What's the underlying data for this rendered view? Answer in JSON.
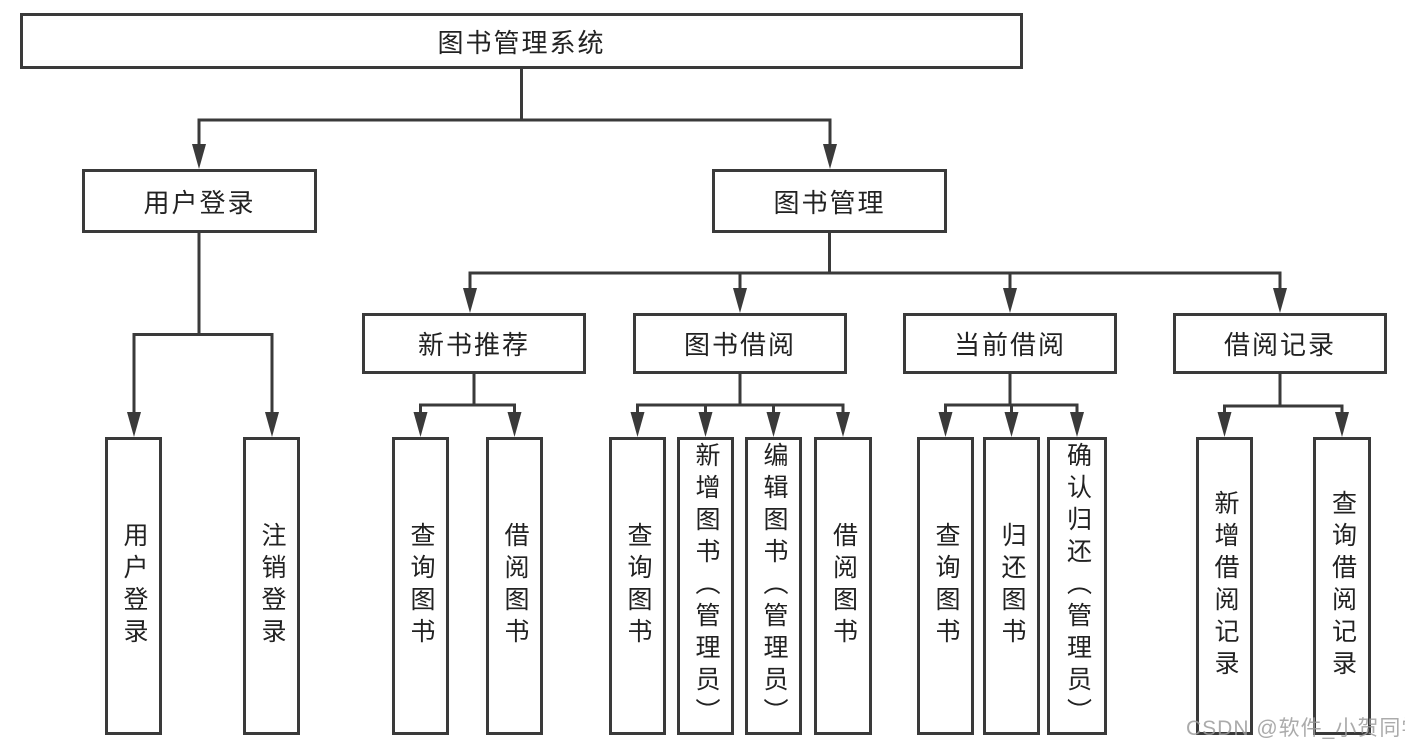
{
  "root": {
    "label": "图书管理系统"
  },
  "level1": [
    {
      "label": "用户登录"
    },
    {
      "label": "图书管理"
    }
  ],
  "level2": [
    {
      "label": "新书推荐"
    },
    {
      "label": "图书借阅"
    },
    {
      "label": "当前借阅"
    },
    {
      "label": "借阅记录"
    }
  ],
  "leaves": {
    "user_login": [
      "用户登录",
      "注销登录"
    ],
    "new_book": [
      "查询图书",
      "借阅图书"
    ],
    "book_borrow": [
      "查询图书",
      "新增图书（管理员）",
      "编辑图书（管理员）",
      "借阅图书"
    ],
    "current_borrow": [
      "查询图书",
      "归还图书",
      "确认归还（管理员）"
    ],
    "records": [
      "新增借阅记录",
      "查询借阅记录"
    ]
  },
  "watermark": "CSDN @软件_小贺同学",
  "colors": {
    "line": "#3a3a3a",
    "text": "#222222",
    "watermark": "#9c9c9c",
    "background": "#ffffff"
  }
}
